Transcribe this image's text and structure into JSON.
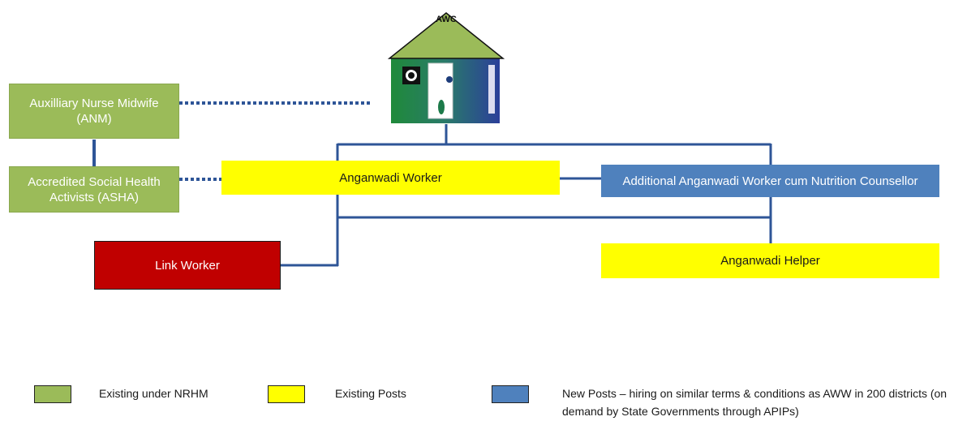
{
  "awc": {
    "label": "AWC"
  },
  "boxes": {
    "anm": "Auxilliary Nurse Midwife (ANM)",
    "asha": "Accredited Social Health Activists (ASHA)",
    "aww": "Anganwadi Worker",
    "additional": "Additional Anganwadi Worker cum Nutrition Counsellor",
    "link": "Link Worker",
    "helper": "Anganwadi Helper"
  },
  "legend": {
    "nrhm": {
      "label": "Existing under NRHM",
      "color": "#9bbb59"
    },
    "existing": {
      "label": "Existing Posts",
      "color": "#ffff00"
    },
    "new": {
      "label": "New Posts – hiring on similar terms & conditions as AWW in 200 districts (on demand by State Governments through APIPs)",
      "color": "#4f81bd"
    }
  },
  "colors": {
    "connector": "#2e5597",
    "green": "#9bbb59",
    "yellow": "#ffff00",
    "blue": "#4f81bd",
    "red": "#c00000"
  }
}
